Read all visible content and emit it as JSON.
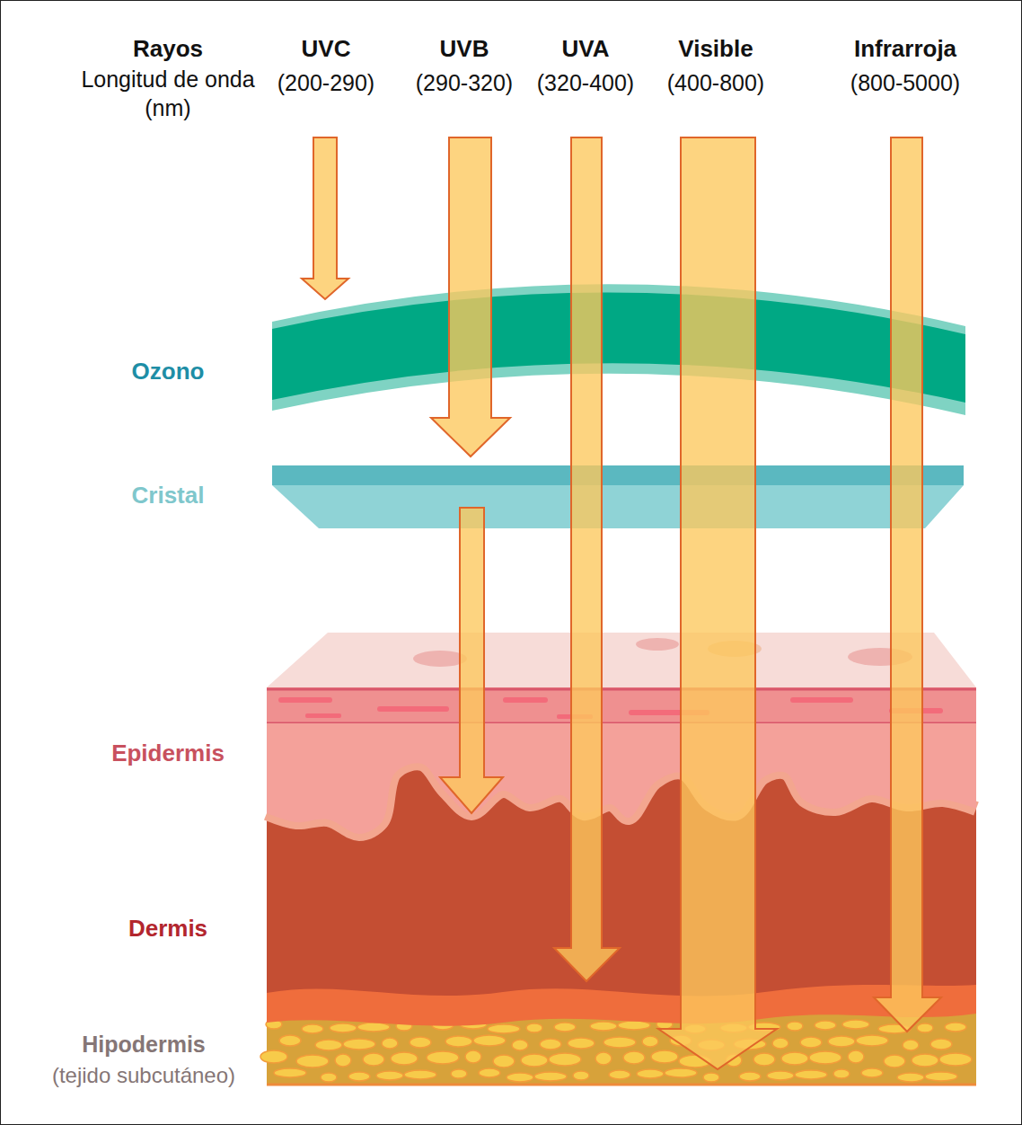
{
  "diagram": {
    "labels": [
      "Rayos",
      "Longitud de onda (nm)",
      "UVC",
      "(200-290)",
      "UVB",
      "(290-320)",
      "UVA",
      "(320-400)",
      "Visible",
      "(400-800)",
      "Infrarroja",
      "(800-5000)",
      "Ozono",
      "Cristal",
      "Epidermis",
      "Dermis",
      "Hipodermis",
      "(tejido subcutáneo)"
    ]
  }
}
